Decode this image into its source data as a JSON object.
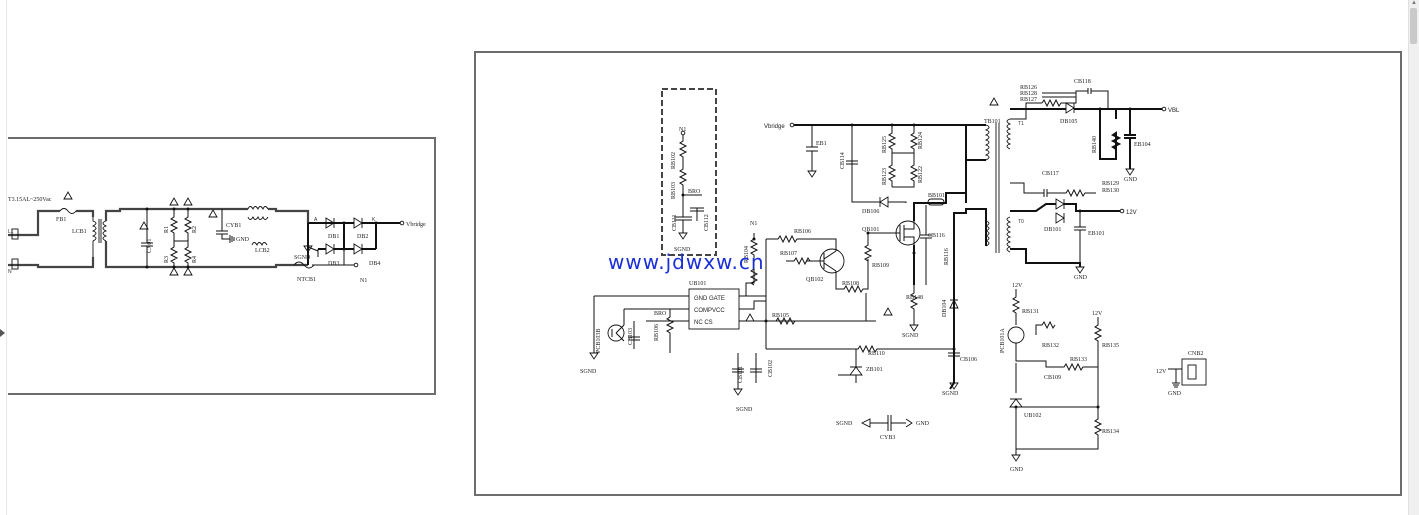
{
  "viewer": {
    "scroll_up_glyph": "▲"
  },
  "left_schematic": {
    "fuse_rating": "T3.15AL~250Vac",
    "labels": {
      "fb1": "FB1",
      "lcb1": "LCB1",
      "lcb2": "LCB2",
      "cx01": "CX01",
      "cy01": "CYB1",
      "gnd": "GND",
      "r1": "R1",
      "r2": "R2",
      "r3": "R3",
      "r4": "R4",
      "sgnd": "SGND",
      "ntcb1": "NTCB1",
      "db1": "DB1",
      "db2": "DB2",
      "db3": "DB3",
      "db4": "DB4",
      "n1": "N1",
      "vbridge": "Vbridge",
      "a": "A",
      "k": "K",
      "l1": "L1",
      "n": "N"
    }
  },
  "right_schematic": {
    "labels": {
      "vbridge": "Vbridge",
      "n1": "N1",
      "rb102": "RB102",
      "rb103": "RB103",
      "bro": "BRO",
      "cb111": "CB111",
      "cb112": "CB112",
      "sgnd": "SGND",
      "ub101": "UB101",
      "gnd_gate": "GND GATE",
      "comp_vcc": "COMPVCC",
      "nc_cs": "NC     CS",
      "pcb103b": "PCB103B",
      "cb103": "CB103",
      "rb106_left": "RB106",
      "cb101": "CB101",
      "cb102": "CB102",
      "rb104_r": "RB104",
      "rb105": "RB105",
      "rb107": "RB107",
      "rb108": "RB108",
      "rb109": "RB109",
      "qb102": "QB102",
      "qb101": "QB101",
      "rb101": "RB101",
      "eb1": "EB1",
      "cb114": "CB114",
      "rb125": "RB125",
      "rb124": "RB124",
      "rb123": "RB123",
      "rb122": "RB122",
      "db106": "DB106",
      "bb101": "BB101",
      "cb116": "CB116",
      "rb148": "RB148",
      "rb110": "RB110",
      "zb101": "ZB101",
      "db104": "DB104",
      "rb116": "RB116",
      "cb106": "CB106",
      "tb101": "TB101",
      "cb118": "CB118",
      "rb126": "RB126",
      "rb128": "RB128",
      "rb127": "RB127",
      "db105": "DB105",
      "vbl": "VBL",
      "rb140": "RB140",
      "eb104": "EB104",
      "gnd": "GND",
      "cb117": "CB117",
      "rb129": "RB129",
      "rb130": "RB130",
      "db101": "DB101",
      "v12": "12V",
      "eb101": "EB101",
      "rb131": "RB131",
      "pcb101a": "PCB101A",
      "rb132": "RB132",
      "cb109": "CB109",
      "rb133": "RB133",
      "rb135": "RB135",
      "ub102": "UB102",
      "rb134": "RB134",
      "cnb2": "CNB2",
      "cyb3": "CYB3",
      "t1": "T1",
      "t0": "T0"
    }
  },
  "watermark": "www.jdwxw.cn"
}
